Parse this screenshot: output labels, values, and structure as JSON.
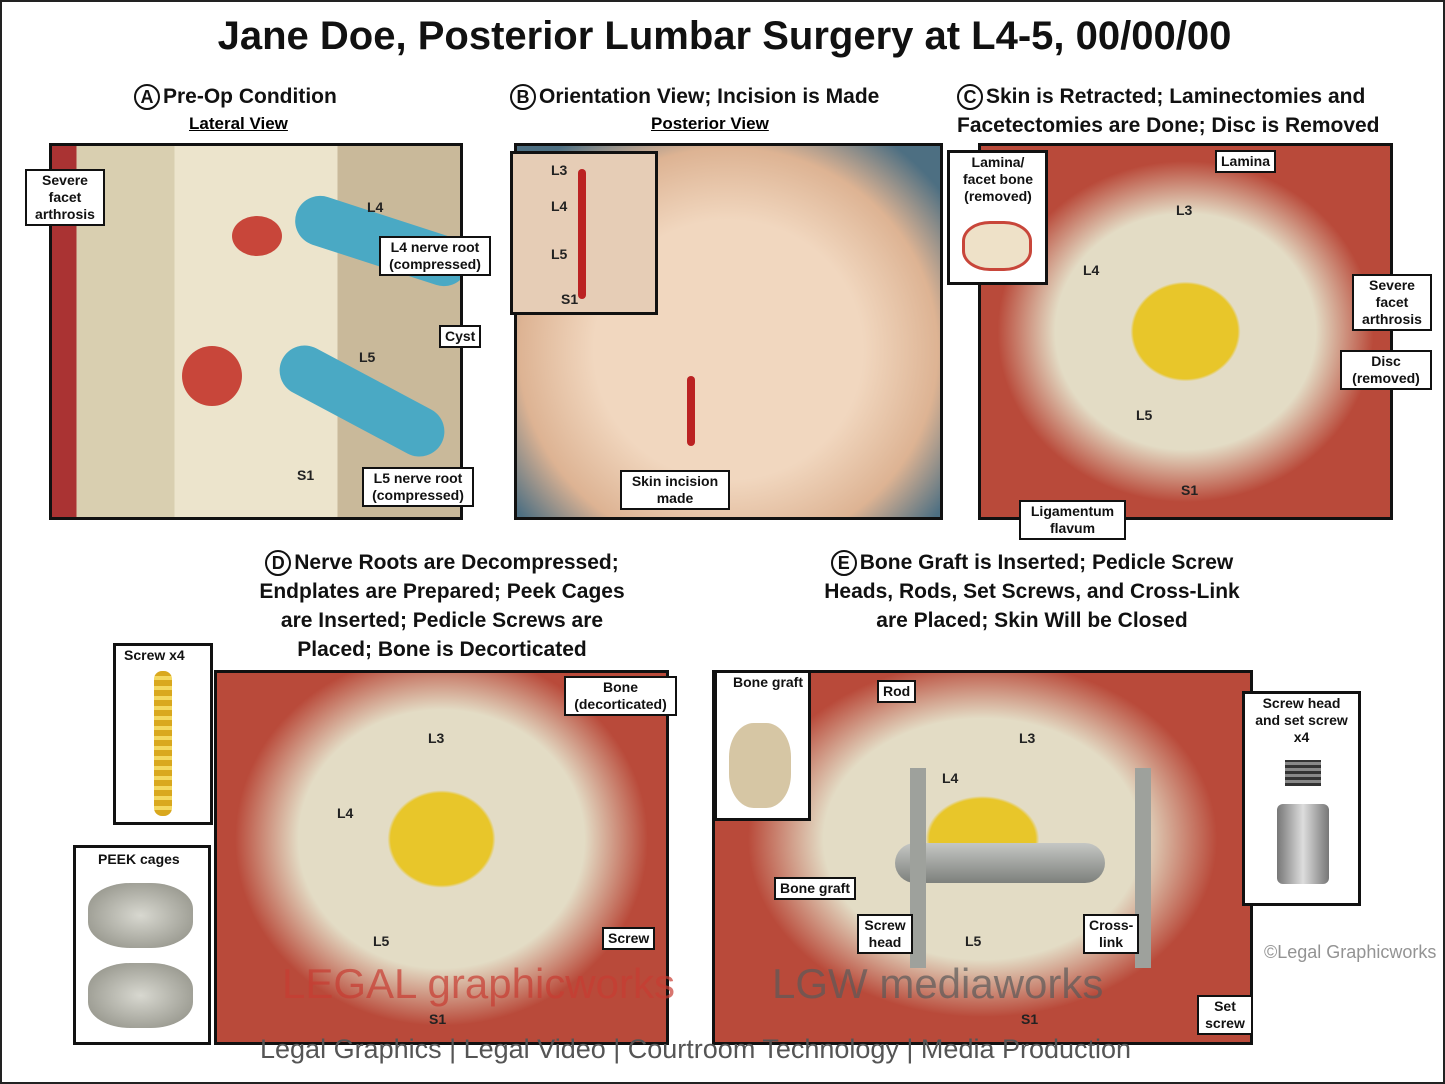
{
  "title": "Jane Doe, Posterior Lumbar Surgery at L4-5, 00/00/00",
  "watermark": "©Legal Graphicworks",
  "panels": {
    "a": {
      "letter": "A",
      "heading": "Pre-Op Condition",
      "subheading": "Lateral View",
      "labels": {
        "facet": "Severe facet arthrosis",
        "l4root": "L4 nerve root (compressed)",
        "cyst": "Cyst",
        "l5root": "L5 nerve root (compressed)"
      },
      "levels": [
        "L4",
        "L5",
        "S1"
      ]
    },
    "b": {
      "letter": "B",
      "heading": "Orientation View; Incision is Made",
      "subheading": "Posterior View",
      "labels": {
        "incision": "Skin incision made"
      },
      "inset_levels": [
        "L3",
        "L4",
        "L5",
        "S1"
      ]
    },
    "c": {
      "letter": "C",
      "heading": "Skin is Retracted; Laminectomies and Facetectomies are Done; Disc is Removed",
      "labels": {
        "lamina_facet": "Lamina/ facet bone (removed)",
        "lamina": "Lamina",
        "facet": "Severe facet arthrosis",
        "disc": "Disc (removed)",
        "flavum": "Ligamentum flavum"
      },
      "levels": [
        "L3",
        "L4",
        "L5",
        "S1"
      ]
    },
    "d": {
      "letter": "D",
      "heading_lines": [
        "Nerve Roots are Decompressed;",
        "Endplates are Prepared; Peek Cages",
        "are Inserted; Pedicle Screws are",
        "Placed; Bone is Decorticated"
      ],
      "labels": {
        "screw_x4": "Screw x4",
        "peek": "PEEK cages",
        "bone": "Bone (decorticated)",
        "screw": "Screw"
      },
      "levels": [
        "L3",
        "L4",
        "L5",
        "S1"
      ]
    },
    "e": {
      "letter": "E",
      "heading_lines": [
        "Bone Graft is Inserted; Pedicle Screw",
        "Heads, Rods, Set Screws, and Cross-Link",
        "are Placed; Skin Will be Closed"
      ],
      "labels": {
        "graft_inset": "Bone graft",
        "rod": "Rod",
        "screwhead_set": "Screw head and set screw x4",
        "graft": "Bone graft",
        "screw_head": "Screw head",
        "crosslink": "Cross-link",
        "set_screw": "Set screw"
      },
      "levels": [
        "L3",
        "L4",
        "L5",
        "S1"
      ]
    }
  },
  "footer": {
    "logo1": "LEGAL graphicworks",
    "logo2": "LGW mediaworks",
    "tagline": "Legal Graphics | Legal Video | Courtroom Technology | Media Production"
  },
  "colors": {
    "tissue": "#c8463a",
    "bone": "#e9e3cf",
    "nerve": "#e8c62a",
    "disc": "#4aa9c4",
    "skin": "#e8c3a4"
  }
}
